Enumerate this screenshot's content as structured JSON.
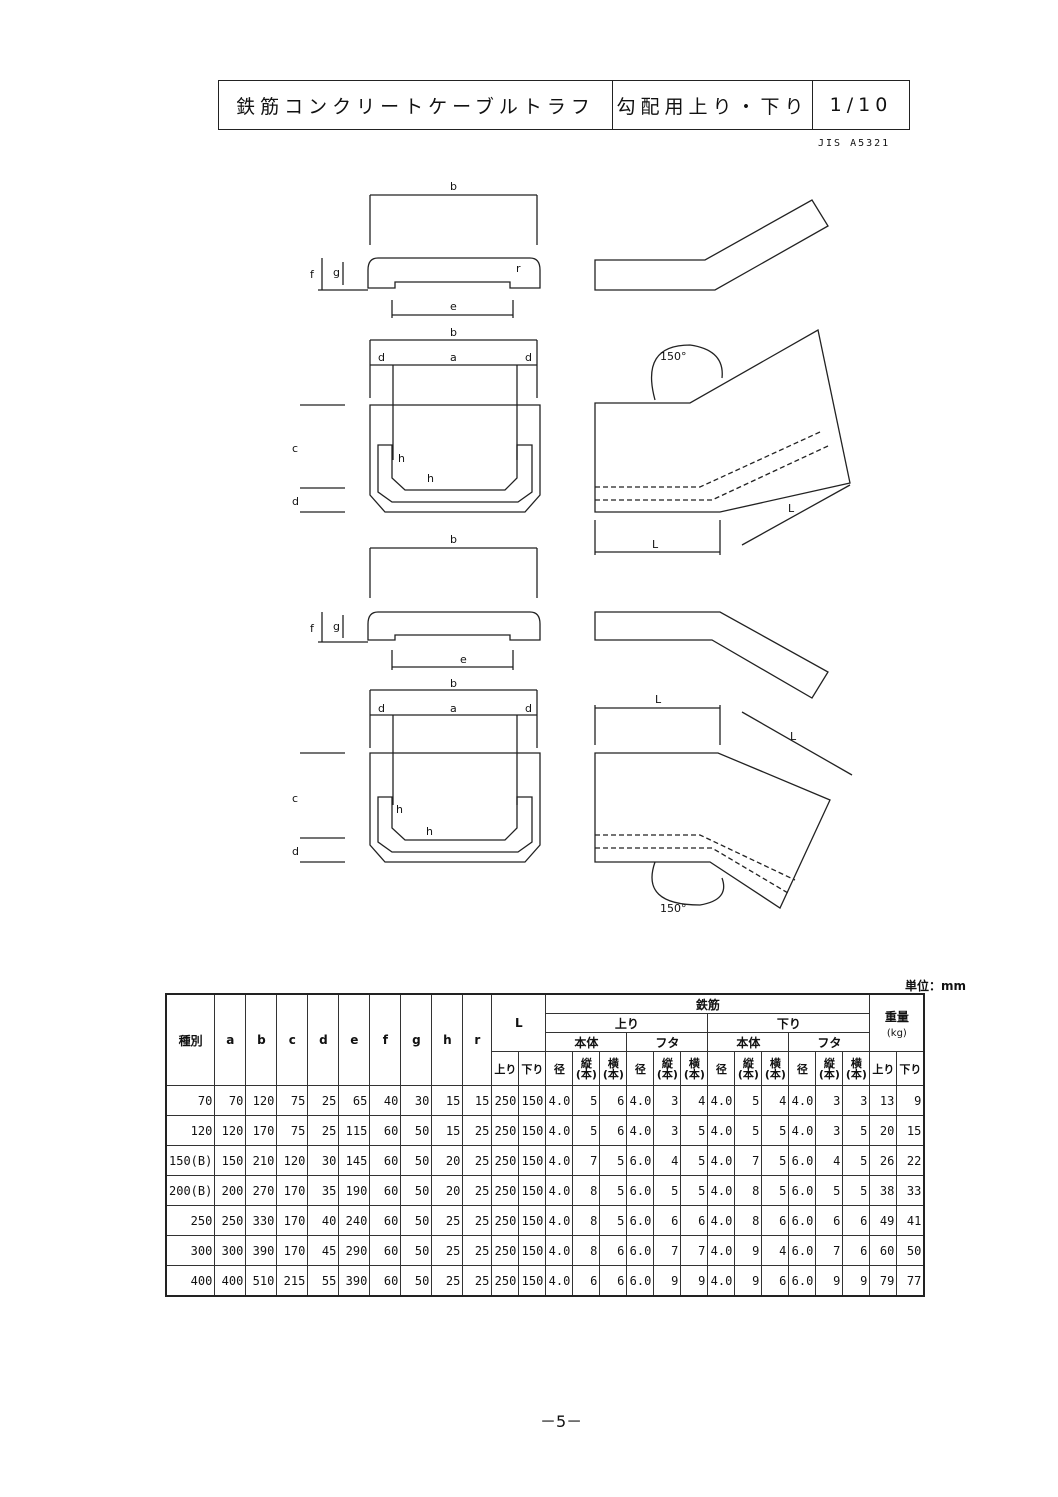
{
  "header": {
    "title": "鉄筋コンクリートケーブルトラフ",
    "subtitle": "勾配用上り・下り",
    "scale": "1/10",
    "standard": "JIS A5321"
  },
  "drawing": {
    "dims": {
      "a": "a",
      "b": "b",
      "c": "c",
      "d": "d",
      "e": "e",
      "f": "f",
      "g": "g",
      "h": "h",
      "r": "r",
      "L": "L"
    },
    "angle": "150°"
  },
  "table": {
    "unit": "単位：mm",
    "headers": {
      "type": "種別",
      "cols": [
        "a",
        "b",
        "c",
        "d",
        "e",
        "f",
        "g",
        "h",
        "r"
      ],
      "L": "L",
      "rebar": "鉄筋",
      "up": "上り",
      "down": "下り",
      "body": "本体",
      "lid": "フタ",
      "weight": "重量",
      "weight_unit": "(kg)",
      "dia": "径",
      "long": "縦(本)",
      "trans": "横(本)"
    },
    "rows": [
      [
        "70",
        "70",
        "120",
        "75",
        "25",
        "65",
        "40",
        "30",
        "15",
        "15",
        "250",
        "150",
        "4.0",
        "5",
        "6",
        "4.0",
        "3",
        "4",
        "4.0",
        "5",
        "4",
        "4.0",
        "3",
        "3",
        "13",
        "9"
      ],
      [
        "120",
        "120",
        "170",
        "75",
        "25",
        "115",
        "60",
        "50",
        "15",
        "25",
        "250",
        "150",
        "4.0",
        "5",
        "6",
        "4.0",
        "3",
        "5",
        "4.0",
        "5",
        "5",
        "4.0",
        "3",
        "5",
        "20",
        "15"
      ],
      [
        "150(B)",
        "150",
        "210",
        "120",
        "30",
        "145",
        "60",
        "50",
        "20",
        "25",
        "250",
        "150",
        "4.0",
        "7",
        "5",
        "6.0",
        "4",
        "5",
        "4.0",
        "7",
        "5",
        "6.0",
        "4",
        "5",
        "26",
        "22"
      ],
      [
        "200(B)",
        "200",
        "270",
        "170",
        "35",
        "190",
        "60",
        "50",
        "20",
        "25",
        "250",
        "150",
        "4.0",
        "8",
        "5",
        "6.0",
        "5",
        "5",
        "4.0",
        "8",
        "5",
        "6.0",
        "5",
        "5",
        "38",
        "33"
      ],
      [
        "250",
        "250",
        "330",
        "170",
        "40",
        "240",
        "60",
        "50",
        "25",
        "25",
        "250",
        "150",
        "4.0",
        "8",
        "5",
        "6.0",
        "6",
        "6",
        "4.0",
        "8",
        "6",
        "6.0",
        "6",
        "6",
        "49",
        "41"
      ],
      [
        "300",
        "300",
        "390",
        "170",
        "45",
        "290",
        "60",
        "50",
        "25",
        "25",
        "250",
        "150",
        "4.0",
        "8",
        "6",
        "6.0",
        "7",
        "7",
        "4.0",
        "9",
        "4",
        "6.0",
        "7",
        "6",
        "60",
        "50"
      ],
      [
        "400",
        "400",
        "510",
        "215",
        "55",
        "390",
        "60",
        "50",
        "25",
        "25",
        "250",
        "150",
        "4.0",
        "6",
        "6",
        "6.0",
        "9",
        "9",
        "4.0",
        "9",
        "6",
        "6.0",
        "9",
        "9",
        "79",
        "77"
      ]
    ]
  },
  "footer": {
    "page": "－5－"
  }
}
